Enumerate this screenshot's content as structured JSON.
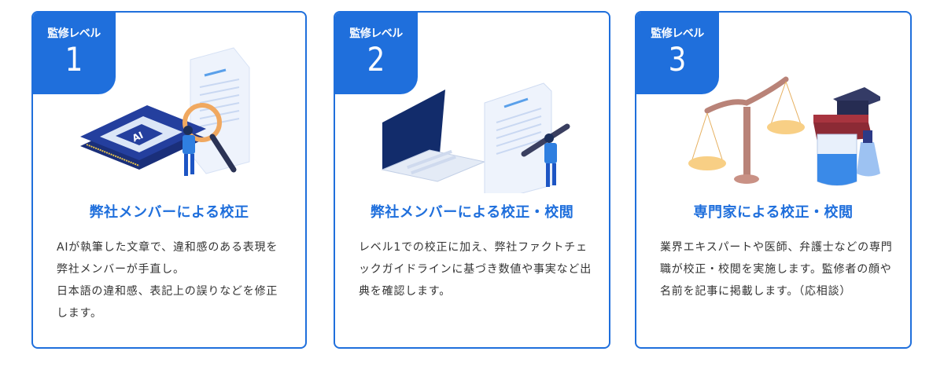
{
  "colors": {
    "accent": "#1f6fdc",
    "text": "#333333"
  },
  "cards": [
    {
      "badge_label": "監修レベル",
      "level": "1",
      "illustration": "ai-chip-magnifier-document",
      "title": "弊社メンバーによる校正",
      "description_lines": [
        "AIが執筆した文章で、違和感のある表現を弊社メンバーが手直し。",
        "日本語の違和感、表記上の誤りなどを修正します。"
      ]
    },
    {
      "badge_label": "監修レベル",
      "level": "2",
      "illustration": "laptop-document-pen",
      "title": "弊社メンバーによる校正・校閲",
      "description_lines": [
        "レベル1での校正に加え、弊社ファクトチェックガイドラインに基づき数値や事実など出典を確認します。"
      ]
    },
    {
      "badge_label": "監修レベル",
      "level": "3",
      "illustration": "scales-graduation-cap-beaker",
      "title": "専門家による校正・校閲",
      "description_lines": [
        "業界エキスパートや医師、弁護士などの専門職が校正・校閲を実施します。監修者の顔や名前を記事に掲載します。（応相談）"
      ]
    }
  ]
}
